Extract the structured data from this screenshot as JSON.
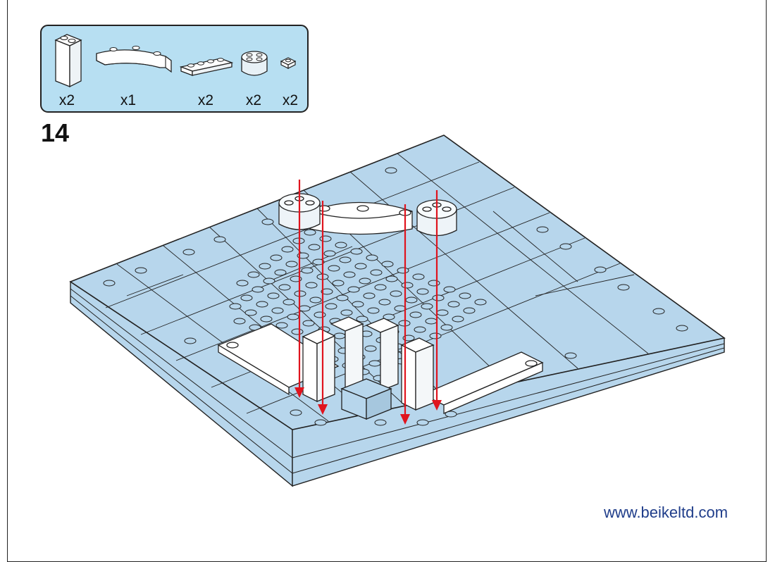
{
  "step": {
    "number": "14"
  },
  "parts": [
    {
      "icon": "brick-1x2x3-icon",
      "quantity": "x2"
    },
    {
      "icon": "arch-round-corner-icon",
      "quantity": "x1"
    },
    {
      "icon": "plate-1x4-icon",
      "quantity": "x2"
    },
    {
      "icon": "transparent-round-brick-2x2-icon",
      "quantity": "x2"
    },
    {
      "icon": "plate-1x1-icon",
      "quantity": "x2"
    }
  ],
  "footer": {
    "website": "www.beikeltd.com"
  },
  "colors": {
    "baseplate": "#b7d6ec",
    "parts_box": "#b7dff2",
    "arrow": "#e0141e",
    "brick": "#ffffff",
    "website": "#1f3d8a"
  }
}
